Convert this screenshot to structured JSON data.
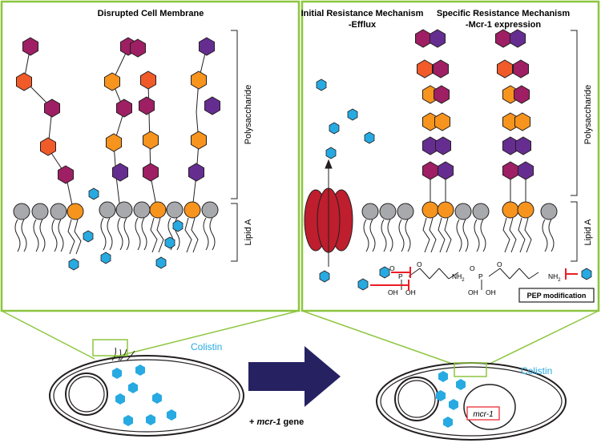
{
  "left_panel": {
    "title": "Disrupted Cell Membrane",
    "bracket_labels": {
      "polysaccharide": "Polysaccharide",
      "lipid": "Lipid A"
    }
  },
  "right_panel": {
    "initial_title": "Initial Resistance Mechanism",
    "initial_subtitle": "-Efflux",
    "specific_title": "Specific Resistance Mechanism",
    "specific_subtitle": "-Mcr-1 expression",
    "bracket_labels": {
      "polysaccharide": "Polysaccharide",
      "lipid": "Lipid A"
    },
    "chem": {
      "o": "O",
      "p": "P",
      "oh": "OH",
      "nh2": "NH",
      "nh2_sub": "2"
    },
    "pep_label": "PEP modification"
  },
  "bottom": {
    "colistin_left": "Colistin",
    "colistin_right": "Colistin",
    "arrow_label_prefix": "+ ",
    "arrow_label_gene": "mcr-1",
    "arrow_label_suffix": " gene",
    "plasmid_label": "mcr-1"
  },
  "colors": {
    "panel_border": "#8dc63f",
    "magenta": "#9e1f63",
    "orange_red": "#f15a29",
    "orange": "#f7941d",
    "purple": "#662d91",
    "cyan": "#27aae1",
    "grey": "#a7a9ac",
    "pump": "#be1e2d",
    "arrow": "#262262",
    "inhibit": "#ed1c24",
    "colistin_text": "#27aae1"
  }
}
